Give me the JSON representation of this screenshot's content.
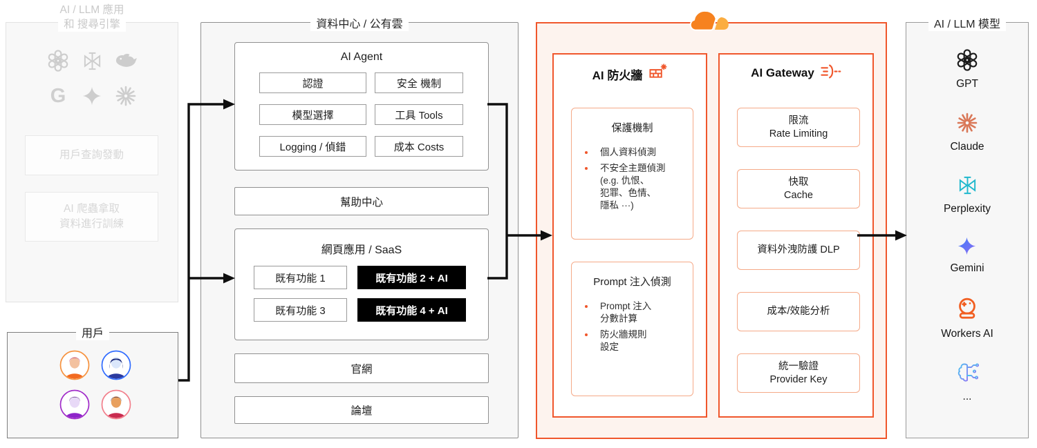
{
  "colors": {
    "orange": "#f0562b",
    "orange_light_border": "#f5a987",
    "orange_panel_bg": "#fdf3ee",
    "cloud_dark": "#f6821f",
    "cloud_light": "#fbad41",
    "panel_bg": "#f7f7f7",
    "arrow": "#0f0f0f"
  },
  "apps_panel": {
    "title_line1": "AI / LLM 應用",
    "title_line2": "和 搜尋引擎",
    "icons": [
      "openai-icon",
      "perplexity-icon",
      "deepseek-icon",
      "google-icon",
      "gemini-icon",
      "claude-icon"
    ],
    "box1": "用戶查詢發動",
    "box2": "AI 爬蟲拿取\n資料進行訓練"
  },
  "users_panel": {
    "title": "用戶",
    "avatars": [
      "avatar-orange",
      "avatar-blue",
      "avatar-purple",
      "avatar-red"
    ]
  },
  "datacenter_panel": {
    "title": "資料中心 / 公有雲",
    "ai_agent": {
      "title": "AI Agent",
      "cells": [
        "認證",
        "安全 機制",
        "模型選擇",
        "工具 Tools",
        "Logging / 偵錯",
        "成本 Costs"
      ]
    },
    "help_center": "幫助中心",
    "saas": {
      "title": "網頁應用 / SaaS",
      "cells": [
        "既有功能 1",
        "既有功能 2 + AI",
        "既有功能 3",
        "既有功能 4 + AI"
      ]
    },
    "website": "官網",
    "forum": "論壇"
  },
  "cloudflare_panel": {
    "logo": "cloudflare-cloud-icon",
    "firewall": {
      "title": "AI 防火牆",
      "title_icon": "firewall-bricks-icon",
      "protection": {
        "title": "保護機制",
        "bullets": [
          "個人資料偵測",
          "不安全主題偵測\n(e.g. 仇恨、\n犯罪、色情、\n隱私 ···)"
        ]
      },
      "injection": {
        "title": "Prompt 注入偵測",
        "bullets": [
          "Prompt 注入\n分數計算",
          "防火牆規則\n設定"
        ]
      }
    },
    "gateway": {
      "title": "AI Gateway",
      "title_icon": "gateway-lines-icon",
      "features": [
        {
          "line1": "限流",
          "line2": "Rate Limiting"
        },
        {
          "line1": "快取",
          "line2": "Cache"
        },
        {
          "line1": "資料外洩防護 DLP",
          "line2": ""
        },
        {
          "line1": "成本/效能分析",
          "line2": ""
        },
        {
          "line1": "統一驗證",
          "line2": "Provider Key"
        }
      ]
    }
  },
  "models_panel": {
    "title": "AI / LLM 模型",
    "models": [
      {
        "label": "GPT",
        "icon": "openai-icon"
      },
      {
        "label": "Claude",
        "icon": "claude-icon"
      },
      {
        "label": "Perplexity",
        "icon": "perplexity-icon"
      },
      {
        "label": "Gemini",
        "icon": "gemini-icon"
      },
      {
        "label": "Workers AI",
        "icon": "workers-ai-icon"
      },
      {
        "label": "...",
        "icon": "brain-circuit-icon"
      }
    ]
  }
}
